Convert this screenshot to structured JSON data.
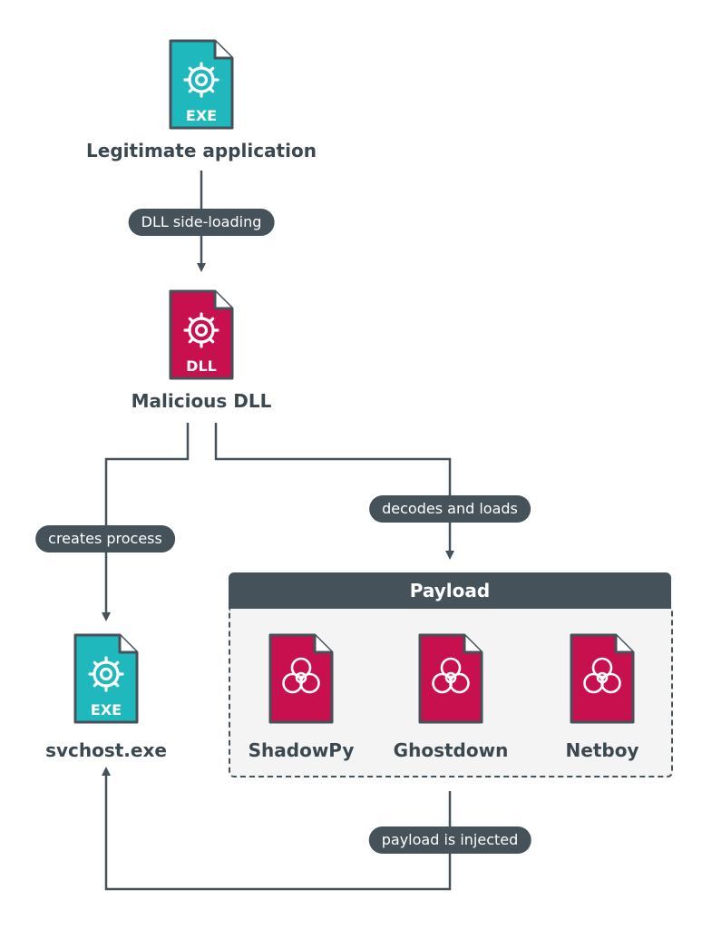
{
  "colors": {
    "exe": "#1fb8bd",
    "dll": "#c8104f",
    "dark": "#45525a",
    "text": "#3c4850"
  },
  "nodes": {
    "legit_app": {
      "badge": "EXE",
      "label": "Legitimate application"
    },
    "malicious_dll": {
      "badge": "DLL",
      "label": "Malicious DLL"
    },
    "svchost": {
      "badge": "EXE",
      "label": "svchost.exe"
    }
  },
  "edges": {
    "side_loading": "DLL side-loading",
    "creates_process": "creates process",
    "decodes_loads": "decodes and loads",
    "injected": "payload is injected"
  },
  "payload": {
    "title": "Payload",
    "items": [
      {
        "label": "ShadowPy",
        "icon": "biohazard-icon"
      },
      {
        "label": "Ghostdown",
        "icon": "biohazard-icon"
      },
      {
        "label": "Netboy",
        "icon": "biohazard-icon"
      }
    ]
  }
}
